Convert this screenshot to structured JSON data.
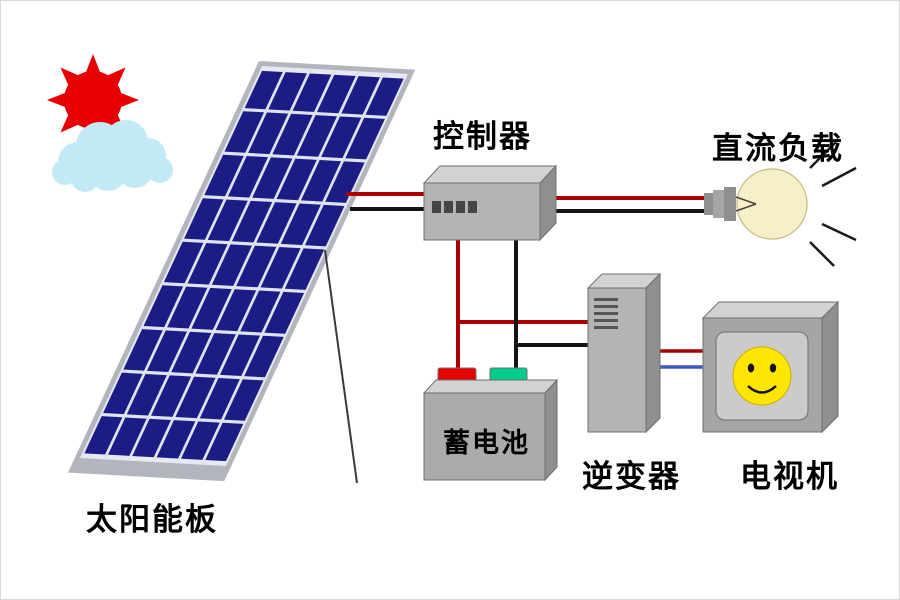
{
  "labels": {
    "solar_panel": "太阳能板",
    "controller": "控制器",
    "dc_load": "直流负载",
    "battery": "蓄电池",
    "inverter": "逆变器",
    "tv": "电视机"
  },
  "colors": {
    "panel_cell": "#1c1c86",
    "panel_grid": "#dfe3ee",
    "sun": "#e60000",
    "cloud": "#c2eaf6",
    "box_gray": "#b4b4b4",
    "box_top": "#d2d2d2",
    "box_side": "#8f8f8f",
    "wire_red": "#a80000",
    "wire_black": "#141414",
    "wire_blue": "#3a57c8",
    "terminal_red": "#e80000",
    "terminal_green": "#00cc8c",
    "bulb_yellow": "#f6f0c8",
    "smiley_yellow": "#ffe600"
  }
}
